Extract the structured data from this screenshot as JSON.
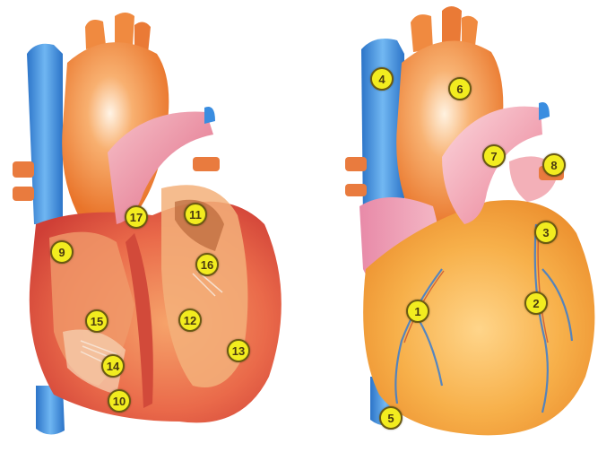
{
  "left_view": {
    "markers": [
      "9",
      "10",
      "11",
      "12",
      "13",
      "14",
      "15",
      "16",
      "17"
    ]
  },
  "right_view": {
    "markers": [
      "1",
      "2",
      "3",
      "4",
      "5",
      "6",
      "7",
      "8"
    ]
  },
  "colors": {
    "marker_fill": "#f2ec1f",
    "marker_border": "#6b5a12",
    "vein_blue": "#3a8de0",
    "aorta_orange": "#f2903a",
    "pulmonary_pink": "#e8708a",
    "muscle_red": "#e4563f"
  }
}
